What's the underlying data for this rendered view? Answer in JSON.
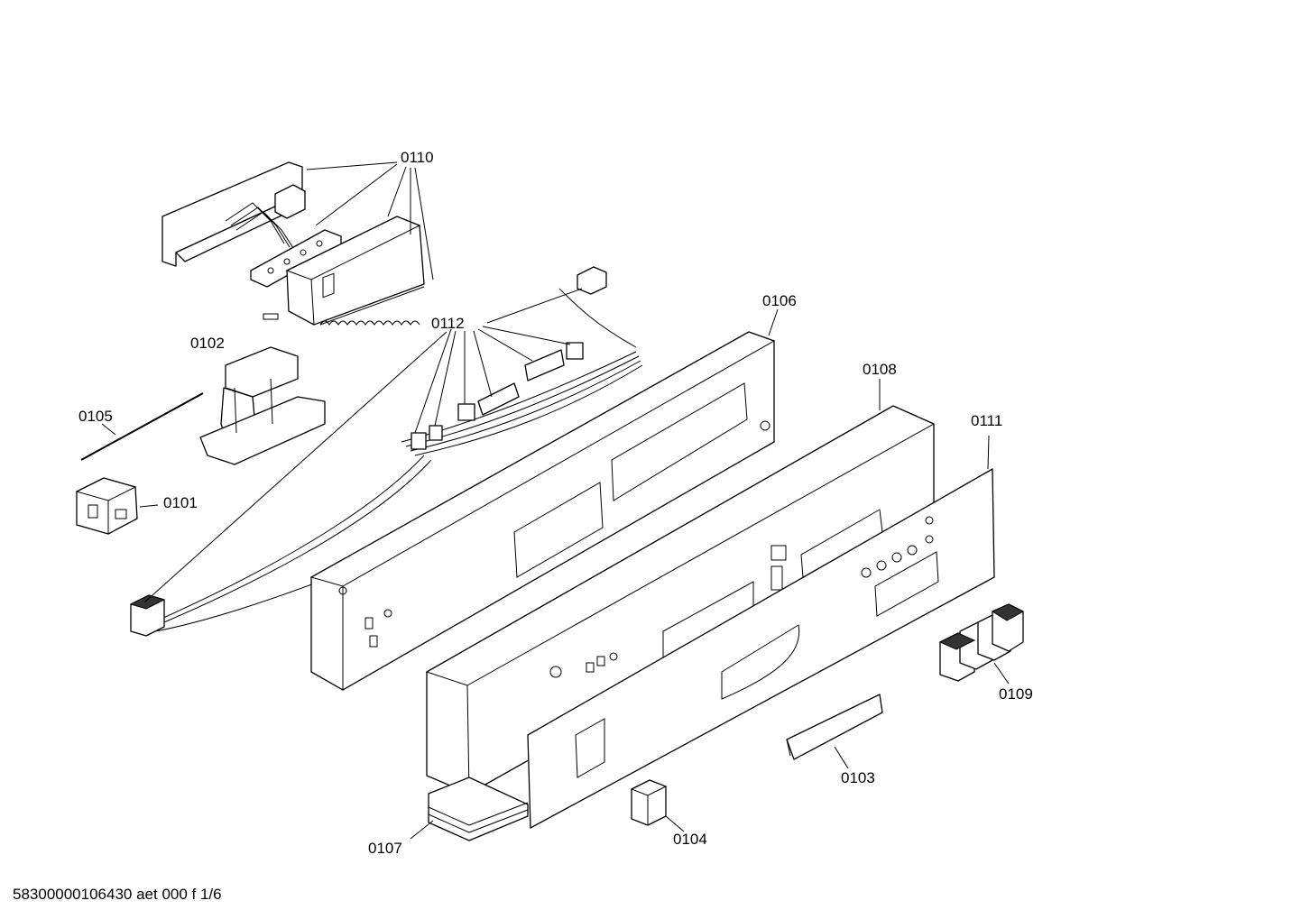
{
  "parts": [
    {
      "id": "p0110",
      "label": "0110"
    },
    {
      "id": "p0112",
      "label": "0112"
    },
    {
      "id": "p0106",
      "label": "0106"
    },
    {
      "id": "p0102",
      "label": "0102"
    },
    {
      "id": "p0105",
      "label": "0105"
    },
    {
      "id": "p0101",
      "label": "0101"
    },
    {
      "id": "p0108",
      "label": "0108"
    },
    {
      "id": "p0111",
      "label": "0111"
    },
    {
      "id": "p0109",
      "label": "0109"
    },
    {
      "id": "p0103",
      "label": "0103"
    },
    {
      "id": "p0104",
      "label": "0104"
    },
    {
      "id": "p0107",
      "label": "0107"
    }
  ],
  "footer": {
    "code": "58300000106430 aet 000 f 1/6"
  }
}
